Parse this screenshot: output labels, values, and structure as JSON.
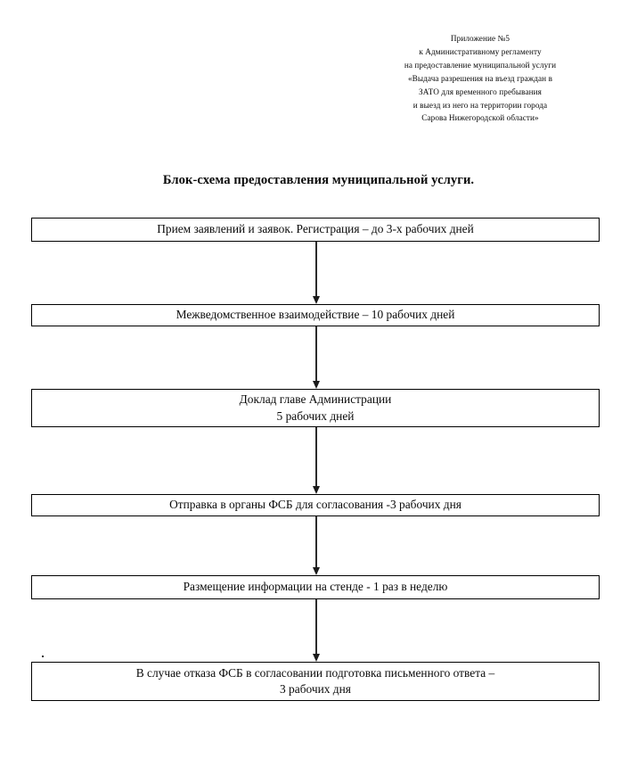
{
  "header": {
    "lines": [
      "Приложение №5",
      "к Административному регламенту",
      "на предоставление муниципальной услуги",
      "«Выдача разрешения на въезд граждан в",
      "ЗАТО для временного пребывания",
      "и выезд из него на территории города",
      "Сарова Нижегородской области»"
    ]
  },
  "title": "Блок-схема предоставления муниципальной услуги.",
  "flowchart": {
    "type": "flowchart",
    "orientation": "vertical",
    "connector": "down-arrow",
    "nodes": [
      {
        "id": "step-1",
        "text": "Прием заявлений и заявок. Регистрация – до 3-х рабочих дней"
      },
      {
        "id": "step-2",
        "text": "Межведомственное взаимодействие – 10 рабочих дней"
      },
      {
        "id": "step-3",
        "text": "Доклад главе Администрации\n5 рабочих дней"
      },
      {
        "id": "step-4",
        "text": "Отправка в органы ФСБ для согласования -3 рабочих дня"
      },
      {
        "id": "step-5",
        "text": "Размещение информации на стенде - 1 раз в неделю"
      },
      {
        "id": "step-6",
        "text": "В случае отказа ФСБ в согласовании подготовка письменного ответа –\n3 рабочих дня"
      }
    ]
  },
  "colors": {
    "page_background": "#ffffff",
    "text": "#0a0a0a",
    "border": "#000000",
    "arrow": "#2b2b2b"
  }
}
